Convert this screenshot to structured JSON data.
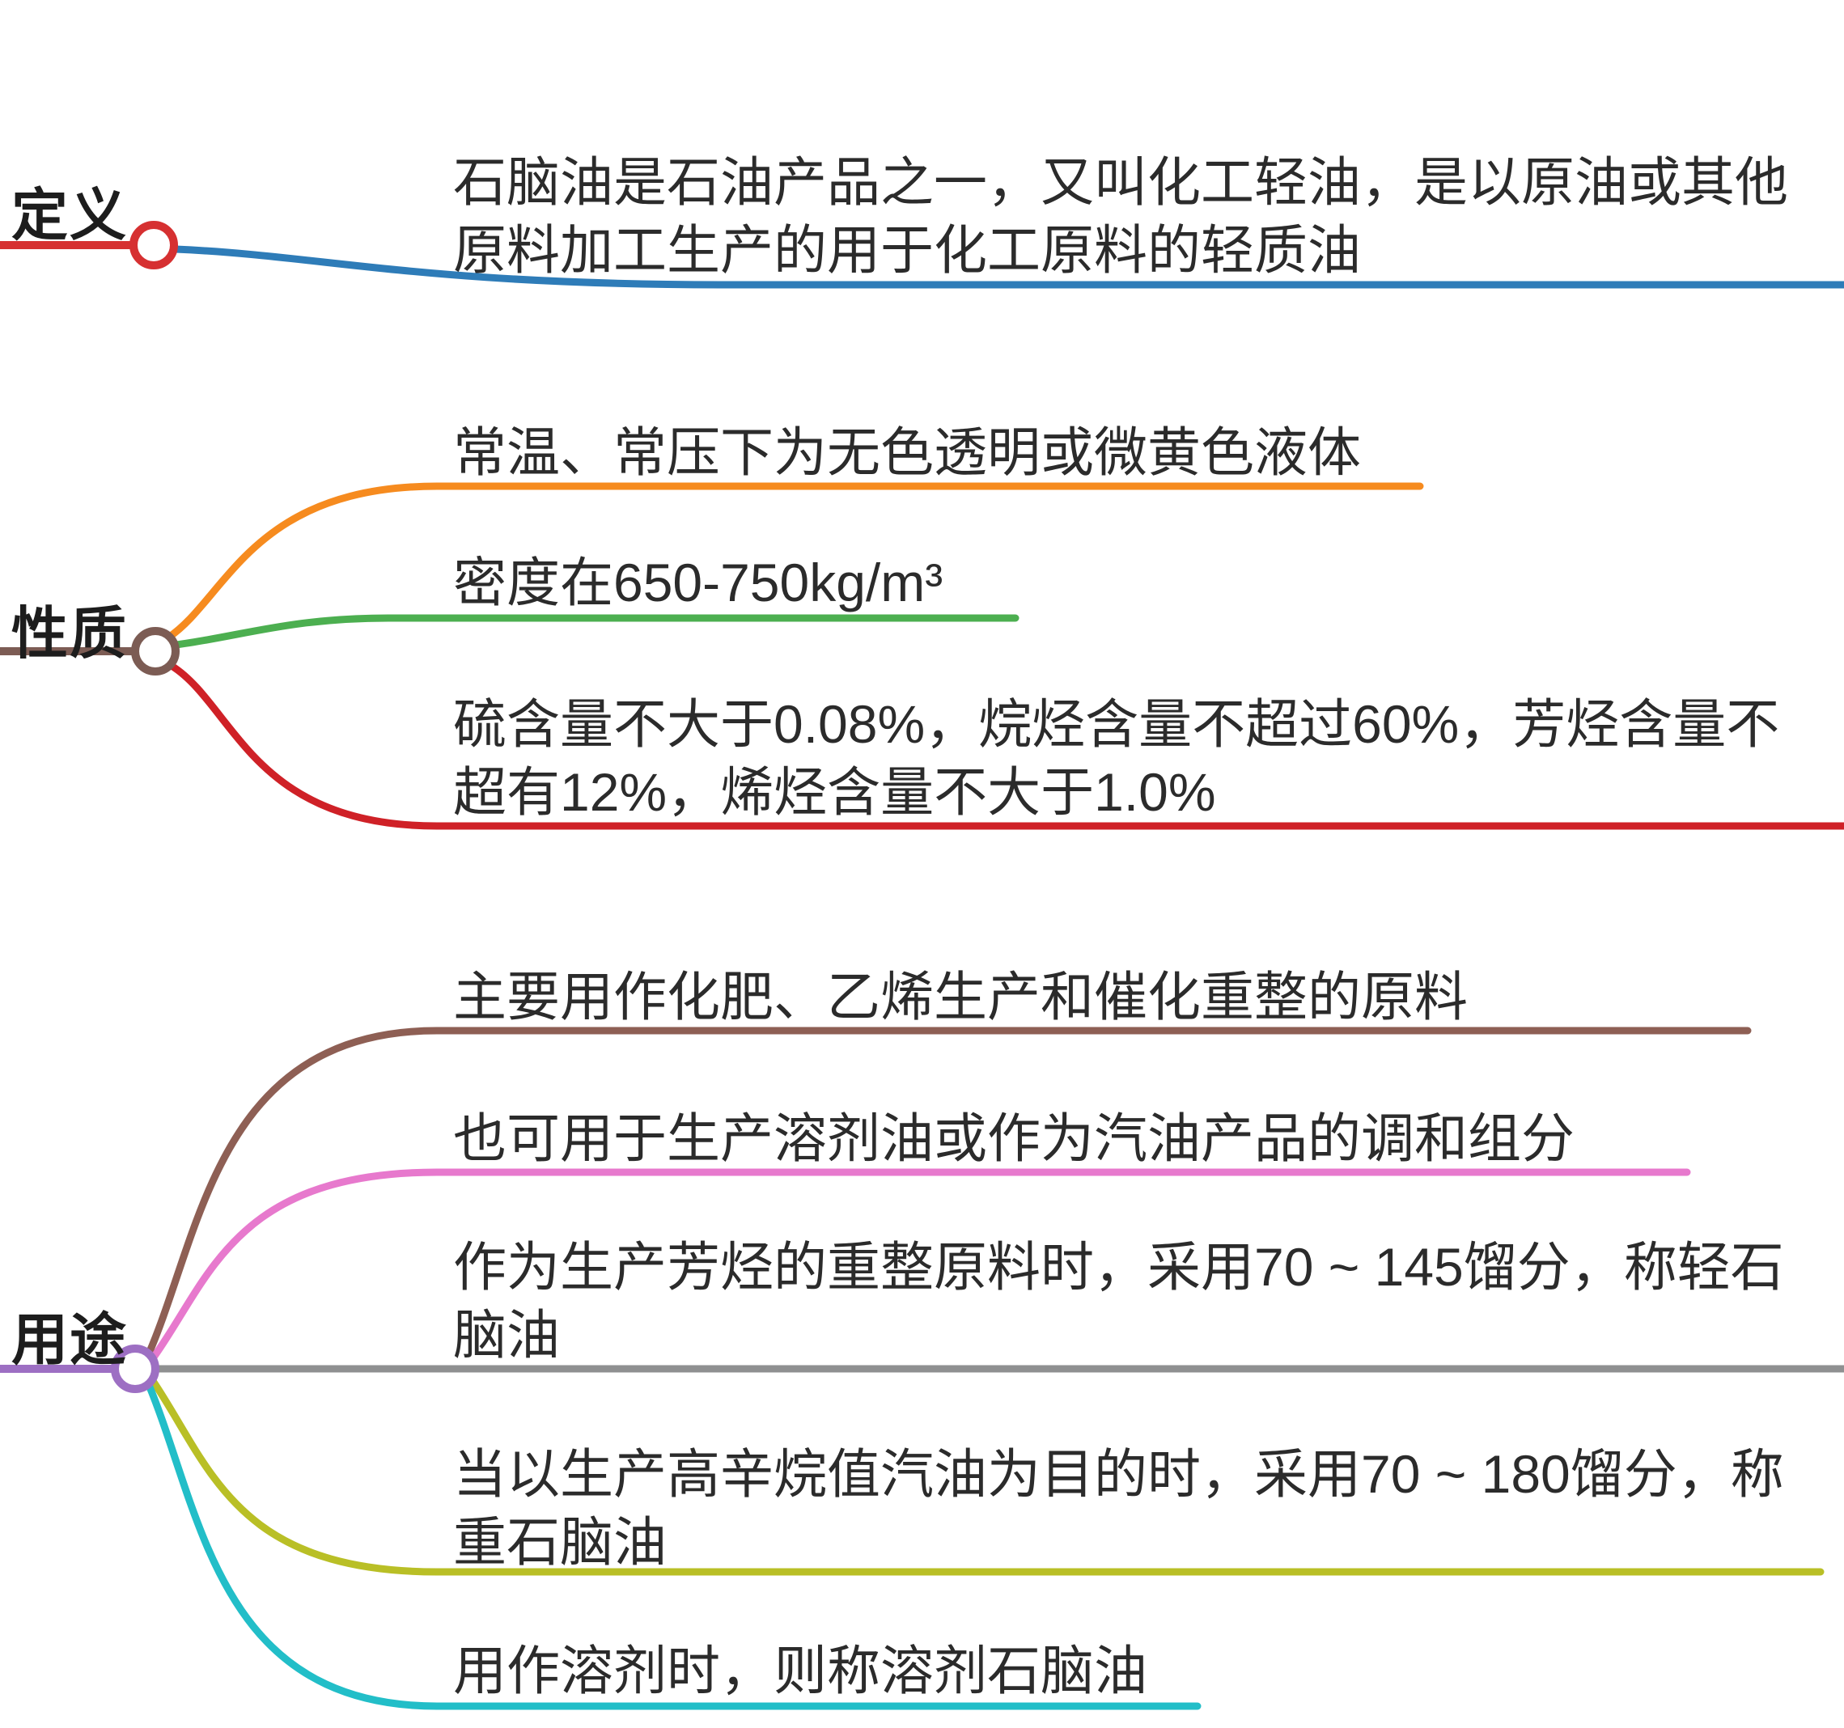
{
  "map": {
    "nodes": [
      {
        "id": "definition",
        "label": "定义",
        "node_color": "#d63031",
        "branches": [
          {
            "color": "#2e7cb8",
            "color_name": "blue",
            "lines": [
              "石脑油是石油产品之一，又叫化工轻油，是以原油或其他",
              "原料加工生产的用于化工原料的轻质油"
            ]
          }
        ]
      },
      {
        "id": "properties",
        "label": "性质",
        "node_color": "#7c5c54",
        "branches": [
          {
            "color": "#f68b1f",
            "color_name": "orange",
            "lines": [
              "常温、常压下为无色透明或微黄色液体"
            ]
          },
          {
            "color": "#4caf50",
            "color_name": "green",
            "lines": [
              "密度在650-750kg/m³"
            ]
          },
          {
            "color": "#cf2127",
            "color_name": "red",
            "lines": [
              "硫含量不大于0.08%，烷烃含量不超过60%，芳烃含量不",
              "超有12%，烯烃含量不大于1.0%"
            ]
          }
        ]
      },
      {
        "id": "uses",
        "label": "用途",
        "node_color": "#9d6fc3",
        "branches": [
          {
            "color": "#8e5f54",
            "color_name": "brown",
            "lines": [
              "主要用作化肥、乙烯生产和催化重整的原料"
            ]
          },
          {
            "color": "#e779cd",
            "color_name": "pink",
            "lines": [
              "也可用于生产溶剂油或作为汽油产品的调和组分"
            ]
          },
          {
            "color": "#8f9091",
            "color_name": "gray",
            "lines": [
              "作为生产芳烃的重整原料时，采用70 ~ 145馏分，称轻石",
              "脑油"
            ]
          },
          {
            "color": "#b9bf26",
            "color_name": "olive",
            "lines": [
              "当以生产高辛烷值汽油为目的时，采用70 ~ 180馏分，称",
              "重石脑油"
            ]
          },
          {
            "color": "#22bec8",
            "color_name": "cyan",
            "lines": [
              "用作溶剂时，则称溶剂石脑油"
            ]
          }
        ]
      }
    ]
  }
}
